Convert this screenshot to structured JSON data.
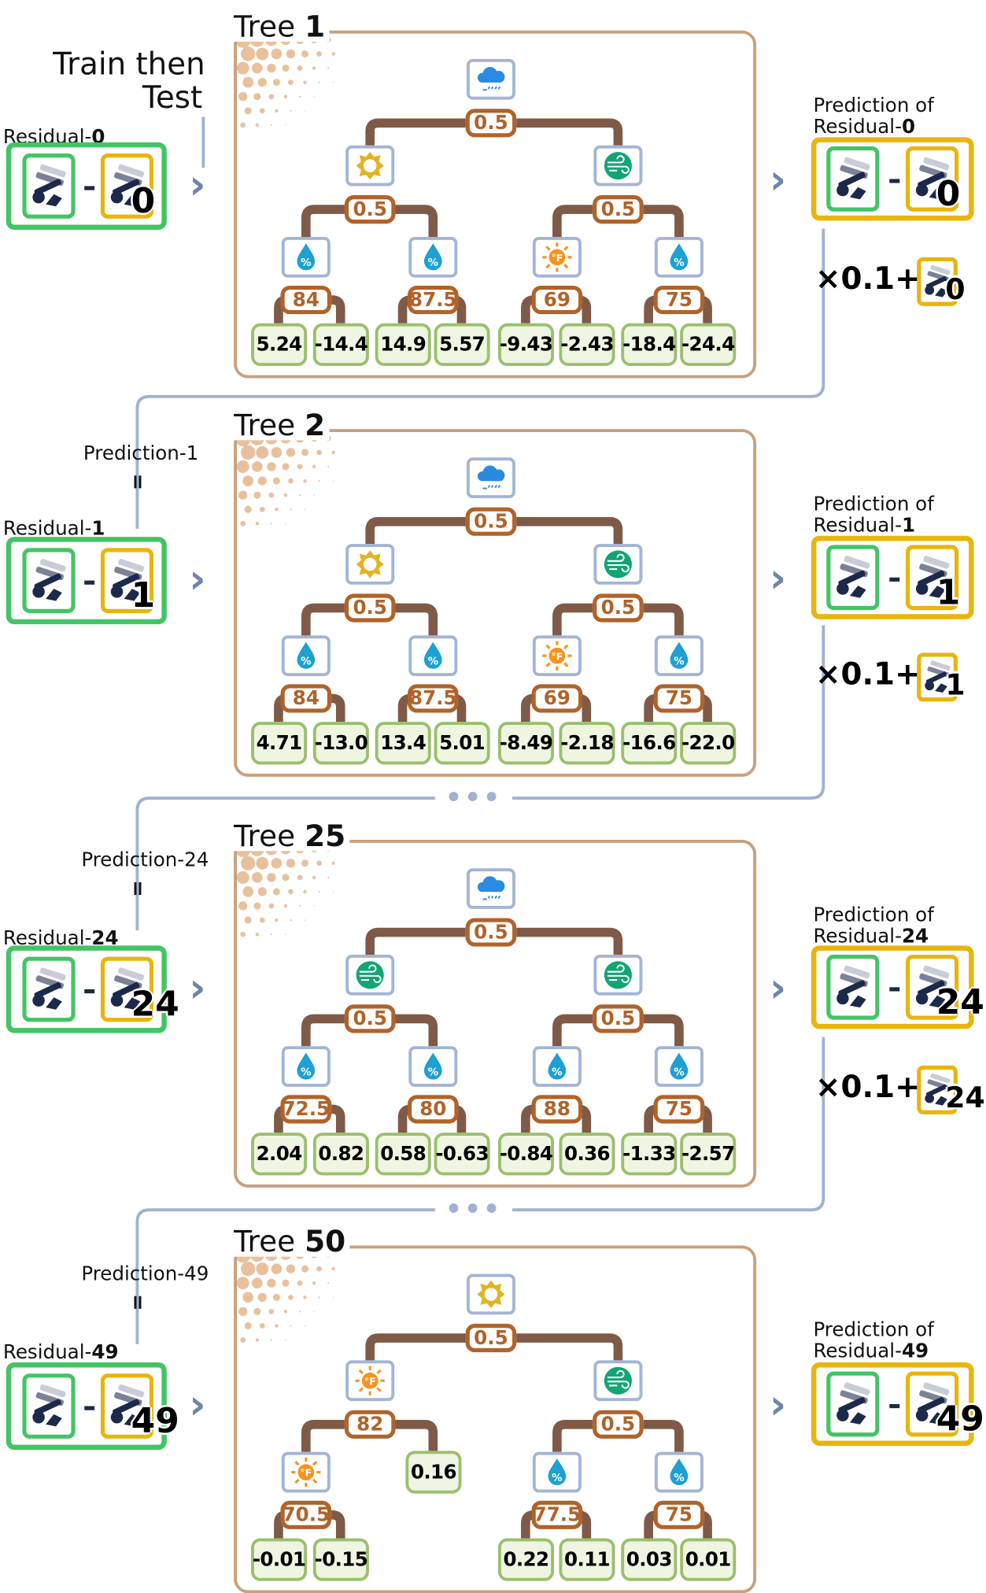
{
  "intro": {
    "line1": "Train then",
    "line2": "Test"
  },
  "colors": {
    "residual_border": "#43c465",
    "prediction_border": "#e9b40c",
    "tree_border": "#c9a07e",
    "threshold": "#b0632a",
    "connector": "#7f5a47",
    "leaf_border": "#9bbf6e",
    "leaf_fill": "#eef6e1",
    "icon_border": "#a3b5d6",
    "flow_line": "#9fb2d2"
  },
  "ellipsis": "•••",
  "sections": [
    {
      "residual_label": "Residual-",
      "residual_index": "0",
      "pred_line1": "Prediction of",
      "pred_line2": "Residual-",
      "pred_index": "0",
      "multiplier": "×0.1+",
      "mult_index": "0",
      "prediction_label": ""
    },
    {
      "residual_label": "Residual-",
      "residual_index": "1",
      "pred_line1": "Prediction of",
      "pred_line2": "Residual-",
      "pred_index": "1",
      "multiplier": "×0.1+",
      "mult_index": "1",
      "prediction_label": "Prediction-1",
      "equals": "="
    },
    {
      "residual_label": "Residual-",
      "residual_index": "24",
      "pred_line1": "Prediction of",
      "pred_line2": "Residual-",
      "pred_index": "24",
      "multiplier": "×0.1+",
      "mult_index": "24",
      "prediction_label": "Prediction-24",
      "equals": "="
    },
    {
      "residual_label": "Residual-",
      "residual_index": "49",
      "pred_line1": "Prediction of",
      "pred_line2": "Residual-",
      "pred_index": "49",
      "prediction_label": "Prediction-49",
      "equals": "="
    }
  ],
  "trees": [
    {
      "title": "Tree",
      "number": "1",
      "root": {
        "icon": "cloud-rain",
        "threshold": "0.5",
        "children": [
          {
            "icon": "sun",
            "threshold": "0.5",
            "children": [
              {
                "icon": "humidity",
                "threshold": "84",
                "children": [
                  {
                    "value": "5.24"
                  },
                  {
                    "value": "-14.4"
                  }
                ]
              },
              {
                "icon": "humidity",
                "threshold": "87.5",
                "children": [
                  {
                    "value": "14.9"
                  },
                  {
                    "value": "5.57"
                  }
                ]
              }
            ]
          },
          {
            "icon": "wind",
            "threshold": "0.5",
            "children": [
              {
                "icon": "temperature",
                "threshold": "69",
                "children": [
                  {
                    "value": "-9.43"
                  },
                  {
                    "value": "-2.43"
                  }
                ]
              },
              {
                "icon": "humidity",
                "threshold": "75",
                "children": [
                  {
                    "value": "-18.4"
                  },
                  {
                    "value": "-24.4"
                  }
                ]
              }
            ]
          }
        ]
      }
    },
    {
      "title": "Tree",
      "number": "2",
      "root": {
        "icon": "cloud-rain",
        "threshold": "0.5",
        "children": [
          {
            "icon": "sun",
            "threshold": "0.5",
            "children": [
              {
                "icon": "humidity",
                "threshold": "84",
                "children": [
                  {
                    "value": "4.71"
                  },
                  {
                    "value": "-13.0"
                  }
                ]
              },
              {
                "icon": "humidity",
                "threshold": "87.5",
                "children": [
                  {
                    "value": "13.4"
                  },
                  {
                    "value": "5.01"
                  }
                ]
              }
            ]
          },
          {
            "icon": "wind",
            "threshold": "0.5",
            "children": [
              {
                "icon": "temperature",
                "threshold": "69",
                "children": [
                  {
                    "value": "-8.49"
                  },
                  {
                    "value": "-2.18"
                  }
                ]
              },
              {
                "icon": "humidity",
                "threshold": "75",
                "children": [
                  {
                    "value": "-16.6"
                  },
                  {
                    "value": "-22.0"
                  }
                ]
              }
            ]
          }
        ]
      }
    },
    {
      "title": "Tree",
      "number": "25",
      "root": {
        "icon": "cloud-rain",
        "threshold": "0.5",
        "children": [
          {
            "icon": "wind",
            "threshold": "0.5",
            "children": [
              {
                "icon": "humidity",
                "threshold": "72.5",
                "children": [
                  {
                    "value": "2.04"
                  },
                  {
                    "value": "0.82"
                  }
                ]
              },
              {
                "icon": "humidity",
                "threshold": "80",
                "children": [
                  {
                    "value": "0.58"
                  },
                  {
                    "value": "-0.63"
                  }
                ]
              }
            ]
          },
          {
            "icon": "wind",
            "threshold": "0.5",
            "children": [
              {
                "icon": "humidity",
                "threshold": "88",
                "children": [
                  {
                    "value": "-0.84"
                  },
                  {
                    "value": "0.36"
                  }
                ]
              },
              {
                "icon": "humidity",
                "threshold": "75",
                "children": [
                  {
                    "value": "-1.33"
                  },
                  {
                    "value": "-2.57"
                  }
                ]
              }
            ]
          }
        ]
      }
    },
    {
      "title": "Tree",
      "number": "50",
      "root": {
        "icon": "sun",
        "threshold": "0.5",
        "children": [
          {
            "icon": "temperature",
            "threshold": "82",
            "children": [
              {
                "icon": "temperature",
                "threshold": "70.5",
                "children": [
                  {
                    "value": "-0.01"
                  },
                  {
                    "value": "-0.15"
                  }
                ]
              },
              {
                "value": "0.16"
              }
            ]
          },
          {
            "icon": "wind",
            "threshold": "0.5",
            "children": [
              {
                "icon": "humidity",
                "threshold": "77.5",
                "children": [
                  {
                    "value": "0.22"
                  },
                  {
                    "value": "0.11"
                  }
                ]
              },
              {
                "icon": "humidity",
                "threshold": "75",
                "children": [
                  {
                    "value": "0.03"
                  },
                  {
                    "value": "0.01"
                  }
                ]
              }
            ]
          }
        ]
      }
    }
  ]
}
